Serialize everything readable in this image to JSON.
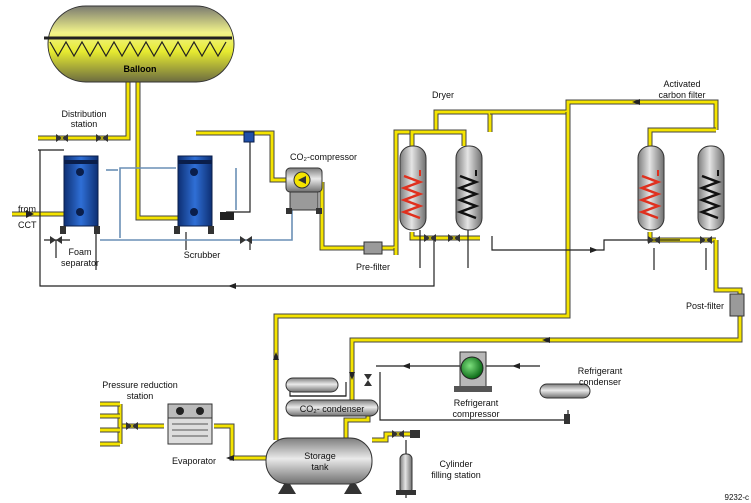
{
  "labels": {
    "balloon": "Balloon",
    "distribution_station_1": "Distribution",
    "distribution_station_2": "station",
    "from_cct_1": "from",
    "from_cct_2": "CCT",
    "foam_separator_1": "Foam",
    "foam_separator_2": "separator",
    "scrubber": "Scrubber",
    "co2_compressor": "CO₂-compressor",
    "pre_filter": "Pre-filter",
    "dryer": "Dryer",
    "activated_carbon_1": "Activated",
    "activated_carbon_2": "carbon filter",
    "post_filter": "Post-filter",
    "refrigerant_condenser_1": "Refrigerant",
    "refrigerant_condenser_2": "condenser",
    "refrigerant_compressor_1": "Refrigerant",
    "refrigerant_compressor_2": "compressor",
    "co2_condenser": "CO₂- condenser",
    "pressure_reduction_1": "Pressure reduction",
    "pressure_reduction_2": "station",
    "evaporator": "Evaporator",
    "storage_tank_1": "Storage",
    "storage_tank_2": "tank",
    "cylinder_filling_1": "Cylinder",
    "cylinder_filling_2": "filling station",
    "figure_id": "9232-c"
  },
  "colors": {
    "pipe_main": "#f5e400",
    "vessel_blue": "#1f4fa8",
    "vessel_grey": "#b8b8b8",
    "heater_red": "#e0301e",
    "balloon_yellow": "#e8ec3c"
  }
}
